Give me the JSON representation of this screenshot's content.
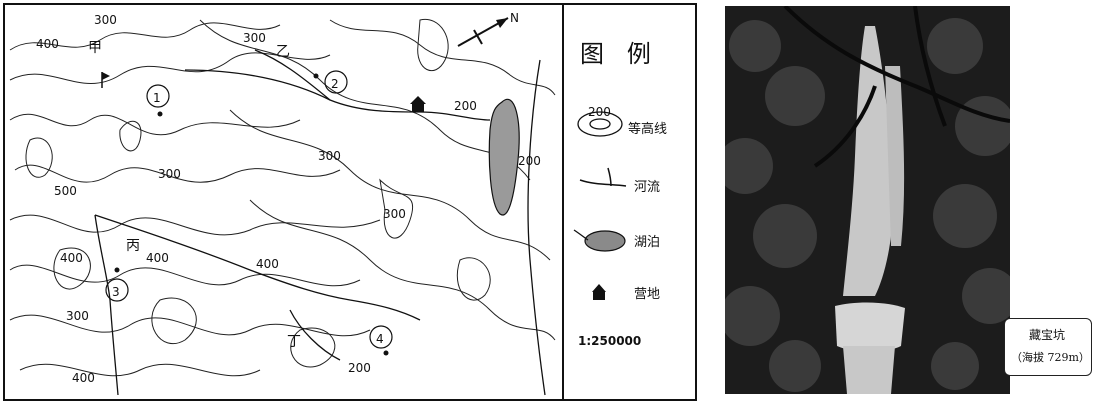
{
  "map": {
    "contour_labels": [
      "400",
      "300",
      "200",
      "300",
      "300",
      "500",
      "300",
      "300",
      "400",
      "400",
      "400",
      "200",
      "300",
      "400",
      "200"
    ],
    "location_marks": [
      "甲",
      "乙",
      "丙",
      "丁"
    ],
    "site_numbers": [
      "1",
      "2",
      "3",
      "4"
    ],
    "north_label": "N",
    "scale": "1:250000"
  },
  "legend": {
    "title": "图   例",
    "items": [
      {
        "symbol_value": "200",
        "label": "等高线"
      },
      {
        "label": "河流"
      },
      {
        "label": "湖泊"
      },
      {
        "label": "营地"
      }
    ]
  },
  "photo": {
    "callout_line1": "藏宝坑",
    "callout_line2": "（海拔 729m）"
  },
  "colors": {
    "ink": "#111111",
    "photo_bg": "#1c1c1c",
    "waterfall": "#e6e6e6"
  }
}
